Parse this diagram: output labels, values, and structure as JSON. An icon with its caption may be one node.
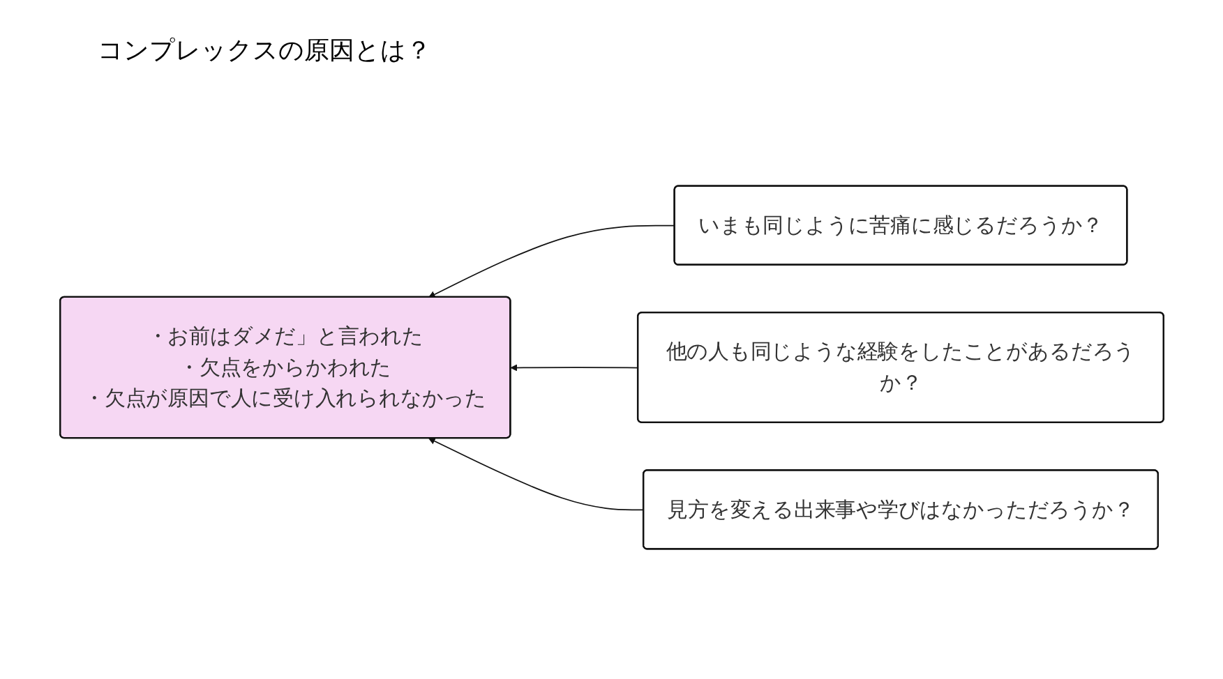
{
  "diagram": {
    "title": "コンプレックスの原因とは？",
    "nodes": [
      {
        "text": [
          "・お前はダメだ」と言われた",
          "・欠点をからかわれた",
          "・欠点が原因で人に受け入れられなかった"
        ]
      },
      {
        "text": [
          "いまも同じように苦痛に感じるだろうか？"
        ]
      },
      {
        "text": [
          "他の人も同じような経験をしたことがあるだろうか？"
        ]
      },
      {
        "text": [
          "見方を変える出来事や学びはなかっただろうか？"
        ]
      }
    ],
    "edges": [
      {
        "from": 1,
        "to": 0,
        "arrow": "to"
      },
      {
        "from": 2,
        "to": 0,
        "arrow": "to"
      },
      {
        "from": 3,
        "to": 0,
        "arrow": "to"
      }
    ]
  }
}
